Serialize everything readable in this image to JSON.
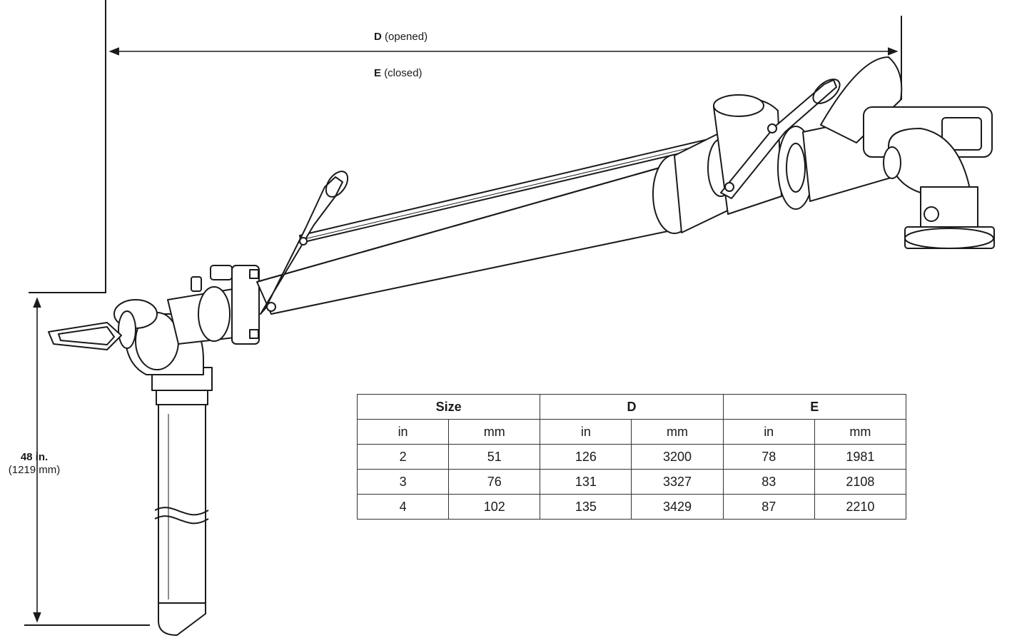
{
  "labels": {
    "d_letter": "D",
    "d_note": "(opened)",
    "e_letter": "E",
    "e_note": "(closed)",
    "height_main": "48 in.",
    "height_sub": "(1219 mm)"
  },
  "table": {
    "groups": [
      "Size",
      "D",
      "E"
    ],
    "units": [
      "in",
      "mm",
      "in",
      "mm",
      "in",
      "mm"
    ],
    "rows": [
      [
        "2",
        "51",
        "126",
        "3200",
        "78",
        "1981"
      ],
      [
        "3",
        "76",
        "131",
        "3327",
        "83",
        "2108"
      ],
      [
        "4",
        "102",
        "135",
        "3429",
        "87",
        "2210"
      ]
    ]
  }
}
